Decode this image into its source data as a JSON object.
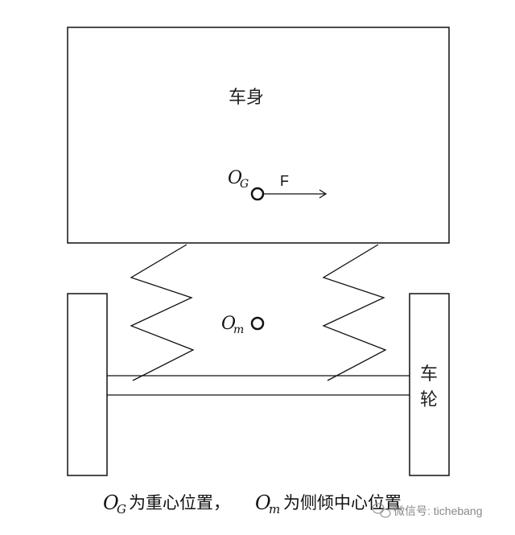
{
  "diagram": {
    "body_label": "车身",
    "wheel_label_line1": "车",
    "wheel_label_line2": "轮",
    "og_symbol": "O",
    "og_subscript": "G",
    "force_label": "F",
    "om_symbol": "O",
    "om_subscript": "m"
  },
  "caption": {
    "sym1": "O",
    "sub1": "G",
    "text1": "为重心位置，",
    "sym2": "O",
    "sub2": "m",
    "text2": "为侧倾中心位置"
  },
  "watermark": {
    "text": "微信号: tichebang",
    "icon": "wechat-icon"
  },
  "colors": {
    "stroke": "#111111",
    "watermark": "#888888"
  }
}
